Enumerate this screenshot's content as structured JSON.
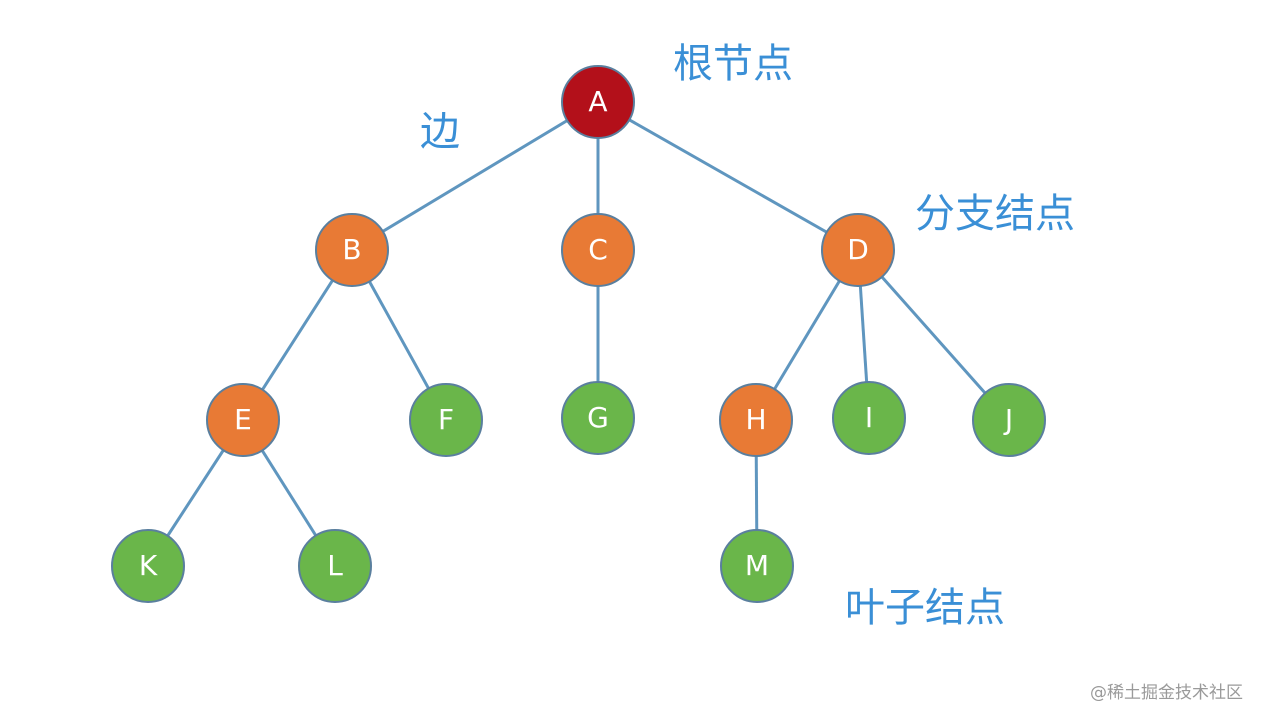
{
  "colors": {
    "root": "#b3101a",
    "branch": "#e87a35",
    "leaf": "#6ab64a",
    "edge": "#5f96bf",
    "annotation": "#3a8fd6"
  },
  "nodes": [
    {
      "id": "A",
      "label": "A",
      "kind": "root"
    },
    {
      "id": "B",
      "label": "B",
      "kind": "branch"
    },
    {
      "id": "C",
      "label": "C",
      "kind": "branch"
    },
    {
      "id": "D",
      "label": "D",
      "kind": "branch"
    },
    {
      "id": "E",
      "label": "E",
      "kind": "branch"
    },
    {
      "id": "F",
      "label": "F",
      "kind": "leaf"
    },
    {
      "id": "G",
      "label": "G",
      "kind": "leaf"
    },
    {
      "id": "H",
      "label": "H",
      "kind": "branch"
    },
    {
      "id": "I",
      "label": "I",
      "kind": "leaf"
    },
    {
      "id": "J",
      "label": "J",
      "kind": "leaf"
    },
    {
      "id": "K",
      "label": "K",
      "kind": "leaf"
    },
    {
      "id": "L",
      "label": "L",
      "kind": "leaf"
    },
    {
      "id": "M",
      "label": "M",
      "kind": "leaf"
    }
  ],
  "edges": [
    [
      "A",
      "B"
    ],
    [
      "A",
      "C"
    ],
    [
      "A",
      "D"
    ],
    [
      "B",
      "E"
    ],
    [
      "B",
      "F"
    ],
    [
      "C",
      "G"
    ],
    [
      "D",
      "H"
    ],
    [
      "D",
      "I"
    ],
    [
      "D",
      "J"
    ],
    [
      "E",
      "K"
    ],
    [
      "E",
      "L"
    ],
    [
      "H",
      "M"
    ]
  ],
  "annotations": {
    "root": "根节点",
    "edge": "边",
    "branch": "分支结点",
    "leaf": "叶子结点"
  },
  "watermark": "@稀土掘金技术社区"
}
